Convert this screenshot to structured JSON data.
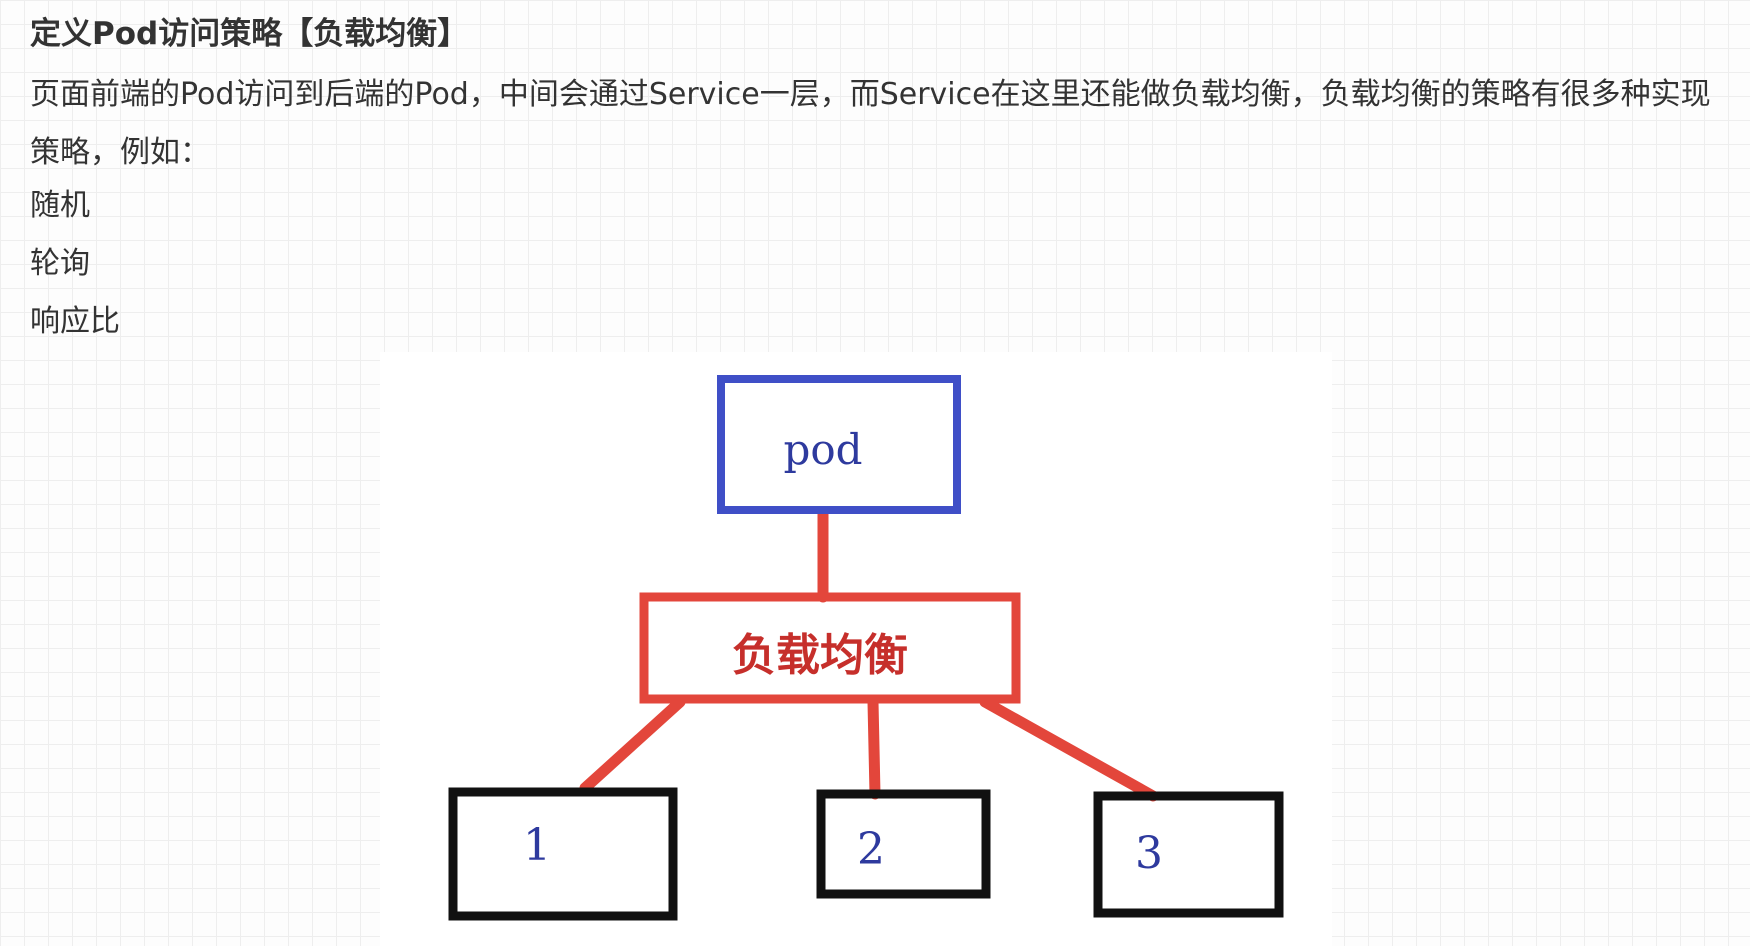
{
  "document": {
    "heading": "定义Pod访问策略【负载均衡】",
    "paragraph": "页面前端的Pod访问到后端的Pod，中间会通过Service一层，而Service在这里还能做负载均衡，负载均衡的策略有很多种实现策略，例如：",
    "strategies": [
      "随机",
      "轮询",
      "响应比"
    ]
  },
  "diagram": {
    "top_node": {
      "label": "pod",
      "color": "#3f4fc7"
    },
    "middle_node": {
      "label": "负载均衡",
      "color": "#e3463b"
    },
    "bottom_nodes": [
      {
        "label": "1"
      },
      {
        "label": "2"
      },
      {
        "label": "3"
      }
    ],
    "colors": {
      "connector": "#e3463b",
      "bottom_border": "#111111",
      "bottom_text": "#2e3a9e",
      "text": "#333333"
    }
  }
}
